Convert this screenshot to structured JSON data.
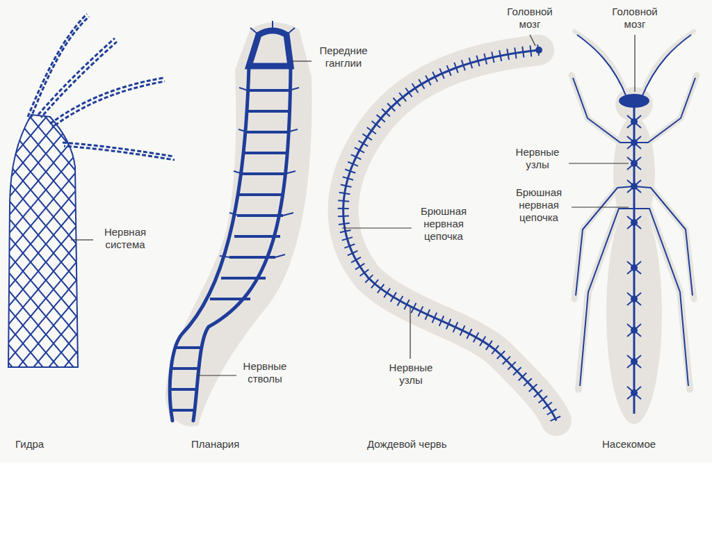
{
  "diagram": {
    "labels": [
      "Головной мозг",
      "Головной мозг",
      "Передние ганглии",
      "Нервные узлы",
      "Брюшная нервная цепочка",
      "Нервная система",
      "Брюшная нервная цепочка",
      "Нервные стволы",
      "Нервные узлы",
      "Гидра",
      "Планария",
      "Дождевой червь",
      "Насекомое"
    ]
  }
}
